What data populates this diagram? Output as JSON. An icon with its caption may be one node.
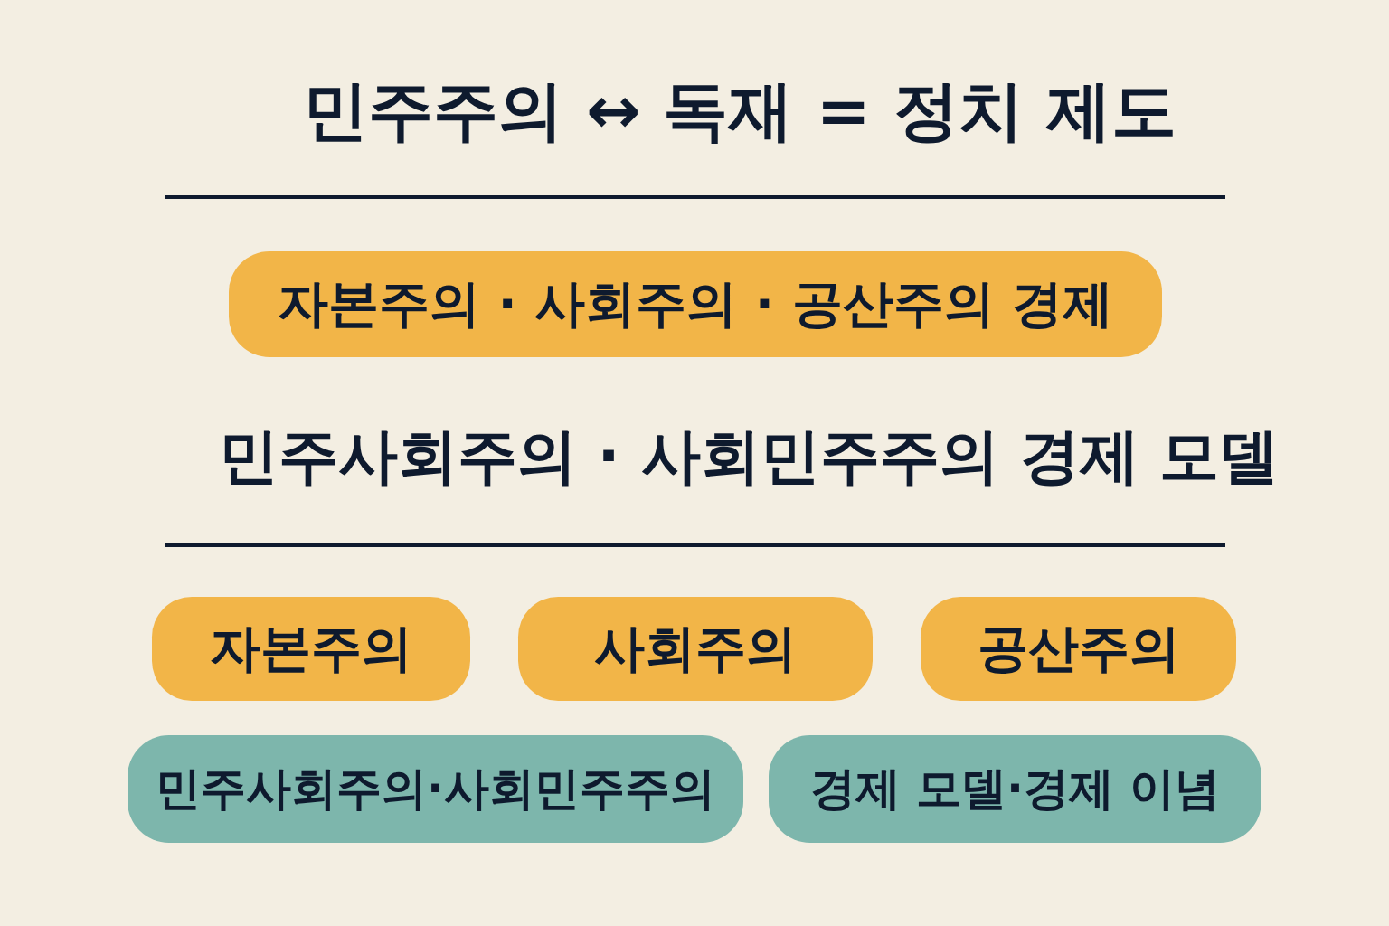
{
  "diagram": {
    "title": "민주주의 ↔ 독재 = 정치 제도",
    "nodes": [
      {
        "text": [
          "자본주의 · 사회주의 · 공산주의 경제"
        ]
      },
      {
        "text": [
          "자본주의"
        ]
      },
      {
        "text": [
          "사회주의"
        ]
      },
      {
        "text": [
          "공산주의"
        ]
      },
      {
        "text": [
          "민주사회주의·사회민주주의"
        ]
      },
      {
        "text": [
          "경제 모델·경제 이념"
        ]
      }
    ],
    "labels": [
      "민주사회주의 · 사회민주주의 경제 모델"
    ]
  }
}
